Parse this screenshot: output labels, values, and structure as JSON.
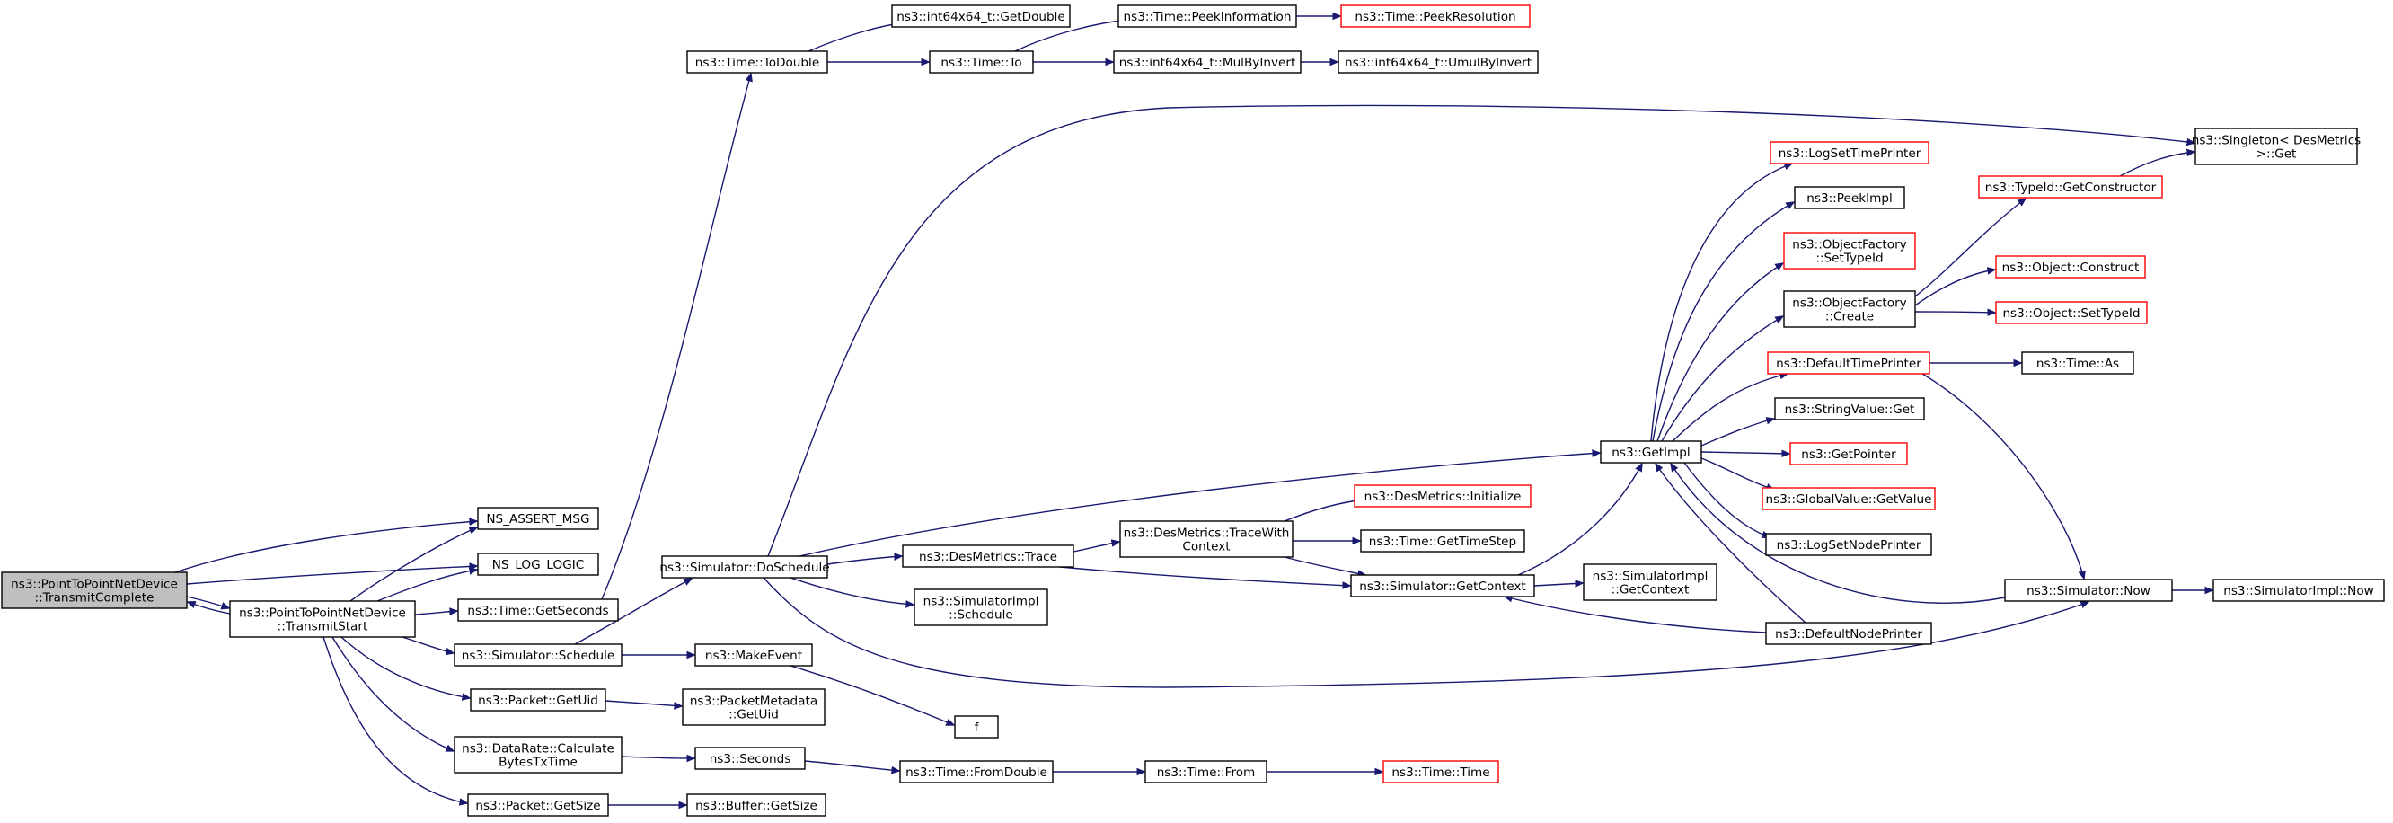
{
  "colors": {
    "edge": "#191970",
    "node_border": "#000000",
    "node_border_truncated": "#ff0000",
    "node_fill": "#ffffff",
    "root_fill": "#bfbfbf"
  },
  "nodes": {
    "transmit_complete": [
      "ns3::PointToPointNetDevice",
      "::TransmitComplete"
    ],
    "ns_assert_msg": [
      "NS_ASSERT_MSG"
    ],
    "ns_log_logic": [
      "NS_LOG_LOGIC"
    ],
    "transmit_start": [
      "ns3::PointToPointNetDevice",
      "::TransmitStart"
    ],
    "time_get_seconds": [
      "ns3::Time::GetSeconds"
    ],
    "time_to_double": [
      "ns3::Time::ToDouble"
    ],
    "int64_get_double": [
      "ns3::int64x64_t::GetDouble"
    ],
    "time_to": [
      "ns3::Time::To"
    ],
    "time_peek_information": [
      "ns3::Time::PeekInformation"
    ],
    "time_peek_resolution": [
      "ns3::Time::PeekResolution"
    ],
    "int64_mul_by_invert": [
      "ns3::int64x64_t::MulByInvert"
    ],
    "int64_umul_by_invert": [
      "ns3::int64x64_t::UmulByInvert"
    ],
    "simulator_schedule": [
      "ns3::Simulator::Schedule"
    ],
    "simulator_do_schedule": [
      "ns3::Simulator::DoSchedule"
    ],
    "make_event": [
      "ns3::MakeEvent"
    ],
    "f": [
      "f"
    ],
    "packet_get_uid": [
      "ns3::Packet::GetUid"
    ],
    "packet_metadata_get_uid": [
      "ns3::PacketMetadata",
      "::GetUid"
    ],
    "data_rate_calc": [
      "ns3::DataRate::Calculate",
      "BytesTxTime"
    ],
    "seconds": [
      "ns3::Seconds"
    ],
    "time_from_double": [
      "ns3::Time::FromDouble"
    ],
    "time_from": [
      "ns3::Time::From"
    ],
    "time_time": [
      "ns3::Time::Time"
    ],
    "packet_get_size": [
      "ns3::Packet::GetSize"
    ],
    "buffer_get_size": [
      "ns3::Buffer::GetSize"
    ],
    "des_metrics_trace": [
      "ns3::DesMetrics::Trace"
    ],
    "simulator_impl_schedule": [
      "ns3::SimulatorImpl",
      "::Schedule"
    ],
    "des_metrics_trace_with_context": [
      "ns3::DesMetrics::TraceWith",
      "Context"
    ],
    "des_metrics_initialize": [
      "ns3::DesMetrics::Initialize"
    ],
    "time_get_time_step": [
      "ns3::Time::GetTimeStep"
    ],
    "simulator_get_context": [
      "ns3::Simulator::GetContext"
    ],
    "simulator_impl_get_context": [
      "ns3::SimulatorImpl",
      "::GetContext"
    ],
    "get_impl": [
      "ns3::GetImpl"
    ],
    "log_set_time_printer": [
      "ns3::LogSetTimePrinter"
    ],
    "peek_impl": [
      "ns3::PeekImpl"
    ],
    "object_factory_set_type_id": [
      "ns3::ObjectFactory",
      "::SetTypeId"
    ],
    "object_factory_create": [
      "ns3::ObjectFactory",
      "::Create"
    ],
    "default_time_printer": [
      "ns3::DefaultTimePrinter"
    ],
    "string_value_get": [
      "ns3::StringValue::Get"
    ],
    "get_pointer": [
      "ns3::GetPointer"
    ],
    "global_value_get_value": [
      "ns3::GlobalValue::GetValue"
    ],
    "log_set_node_printer": [
      "ns3::LogSetNodePrinter"
    ],
    "default_node_printer": [
      "ns3::DefaultNodePrinter"
    ],
    "type_id_get_constructor": [
      "ns3::TypeId::GetConstructor"
    ],
    "object_construct": [
      "ns3::Object::Construct"
    ],
    "object_set_type_id": [
      "ns3::Object::SetTypeId"
    ],
    "time_as": [
      "ns3::Time::As"
    ],
    "simulator_now": [
      "ns3::Simulator::Now"
    ],
    "simulator_impl_now": [
      "ns3::SimulatorImpl::Now"
    ],
    "singleton_get": [
      "ns3::Singleton< DesMetrics",
      ">::Get"
    ]
  }
}
